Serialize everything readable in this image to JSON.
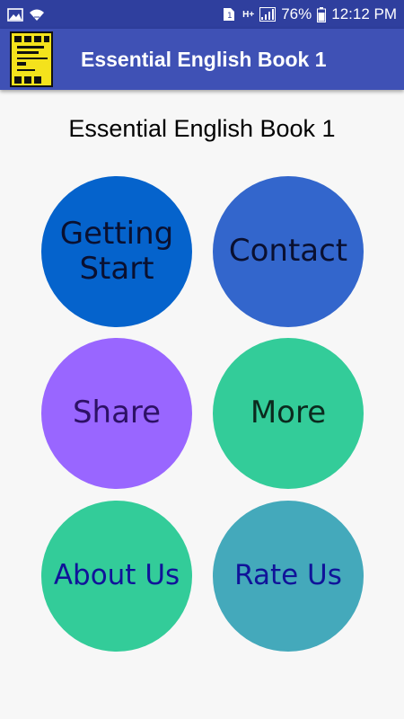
{
  "status_bar": {
    "icons": [
      "image-icon",
      "wifi-icon",
      "sim-icon",
      "signal-icon",
      "battery-icon"
    ],
    "battery": "76%",
    "time": "12:12 PM",
    "network_label": "H+"
  },
  "app_bar": {
    "title": "Essential English Book 1",
    "logo_icon": "book-cover-icon"
  },
  "main": {
    "heading": "Essential English Book 1",
    "buttons": [
      {
        "label": "Getting Start",
        "color": "#0563cc",
        "text_color": "#0a1030"
      },
      {
        "label": "Contact",
        "color": "#3366cc",
        "text_color": "#0a1030"
      },
      {
        "label": "Share",
        "color": "#9966ff",
        "text_color": "#2d1166"
      },
      {
        "label": "More",
        "color": "#33cc99",
        "text_color": "#0b2a1e"
      },
      {
        "label": "About Us",
        "color": "#33cc99",
        "text_color": "#101399"
      },
      {
        "label": "Rate Us",
        "color": "#44a9bb",
        "text_color": "#101399"
      }
    ]
  }
}
